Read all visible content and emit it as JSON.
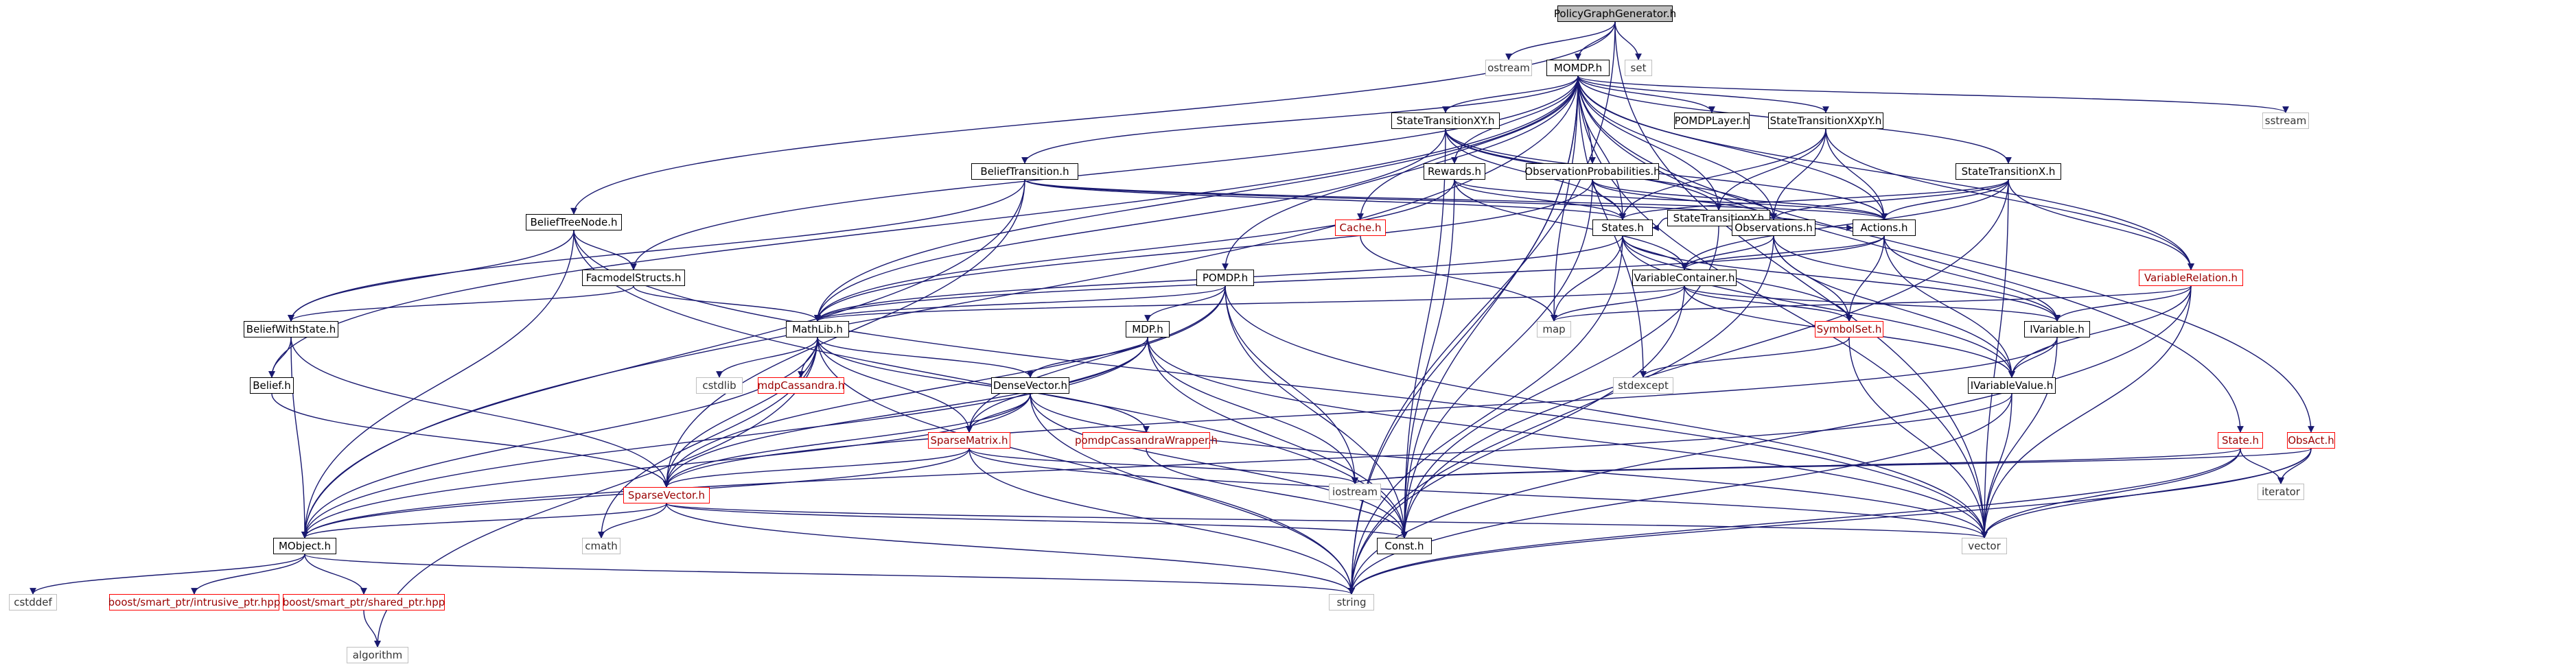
{
  "graph": {
    "colors": {
      "edge": "#191970",
      "red_border": "#ff0000",
      "gray_border": "#bfbfbf",
      "root_fill": "#bfbfbf"
    },
    "nodes": [
      {
        "id": "pgg",
        "label": "PolicyGraphGenerator.h",
        "kind": "root"
      },
      {
        "id": "ostream",
        "label": "ostream",
        "kind": "std"
      },
      {
        "id": "momdp",
        "label": "MOMDP.h",
        "kind": "doc"
      },
      {
        "id": "set",
        "label": "set",
        "kind": "std"
      },
      {
        "id": "stxy",
        "label": "StateTransitionXY.h",
        "kind": "doc"
      },
      {
        "id": "pomdplayer",
        "label": "POMDPLayer.h",
        "kind": "doc"
      },
      {
        "id": "stxxpy",
        "label": "StateTransitionXXpY.h",
        "kind": "doc"
      },
      {
        "id": "sstream",
        "label": "sstream",
        "kind": "std"
      },
      {
        "id": "belieftransition",
        "label": "BeliefTransition.h",
        "kind": "doc"
      },
      {
        "id": "rewards",
        "label": "Rewards.h",
        "kind": "doc"
      },
      {
        "id": "obsprob",
        "label": "ObservationProbabilities.h",
        "kind": "doc"
      },
      {
        "id": "stxx",
        "label": "StateTransitionX.h",
        "kind": "doc"
      },
      {
        "id": "sty",
        "label": "StateTransitionY.h",
        "kind": "doc"
      },
      {
        "id": "belieftreenode",
        "label": "BeliefTreeNode.h",
        "kind": "doc"
      },
      {
        "id": "cache",
        "label": "Cache.h",
        "kind": "red"
      },
      {
        "id": "states",
        "label": "States.h",
        "kind": "doc"
      },
      {
        "id": "observations",
        "label": "Observations.h",
        "kind": "doc"
      },
      {
        "id": "actions",
        "label": "Actions.h",
        "kind": "doc"
      },
      {
        "id": "facmodel",
        "label": "FacmodelStructs.h",
        "kind": "doc"
      },
      {
        "id": "pomdp",
        "label": "POMDP.h",
        "kind": "doc"
      },
      {
        "id": "varcontainer",
        "label": "VariableContainer.h",
        "kind": "doc"
      },
      {
        "id": "varrelation",
        "label": "VariableRelation.h",
        "kind": "red"
      },
      {
        "id": "beliefwithstate",
        "label": "BeliefWithState.h",
        "kind": "doc"
      },
      {
        "id": "mathlib",
        "label": "MathLib.h",
        "kind": "doc"
      },
      {
        "id": "mdp",
        "label": "MDP.h",
        "kind": "doc"
      },
      {
        "id": "map",
        "label": "map",
        "kind": "std"
      },
      {
        "id": "symbolset",
        "label": "SymbolSet.h",
        "kind": "red"
      },
      {
        "id": "ivariable",
        "label": "IVariable.h",
        "kind": "doc"
      },
      {
        "id": "belief",
        "label": "Belief.h",
        "kind": "doc"
      },
      {
        "id": "cstdlib",
        "label": "cstdlib",
        "kind": "std"
      },
      {
        "id": "mdpcassandra",
        "label": "mdpCassandra.h",
        "kind": "red"
      },
      {
        "id": "densevector",
        "label": "DenseVector.h",
        "kind": "doc"
      },
      {
        "id": "stdexcept",
        "label": "stdexcept",
        "kind": "std"
      },
      {
        "id": "ivariablevalue",
        "label": "IVariableValue.h",
        "kind": "doc"
      },
      {
        "id": "sparsematrix",
        "label": "SparseMatrix.h",
        "kind": "red"
      },
      {
        "id": "pomdpcassandra",
        "label": "pomdpCassandraWrapper.h",
        "kind": "red"
      },
      {
        "id": "stateh",
        "label": "State.h",
        "kind": "red"
      },
      {
        "id": "obsact",
        "label": "ObsAct.h",
        "kind": "red"
      },
      {
        "id": "iostream",
        "label": "iostream",
        "kind": "std"
      },
      {
        "id": "iterator",
        "label": "iterator",
        "kind": "std"
      },
      {
        "id": "sparsevector",
        "label": "SparseVector.h",
        "kind": "red"
      },
      {
        "id": "mobject",
        "label": "MObject.h",
        "kind": "doc"
      },
      {
        "id": "cmath",
        "label": "cmath",
        "kind": "std"
      },
      {
        "id": "const",
        "label": "Const.h",
        "kind": "doc"
      },
      {
        "id": "vector",
        "label": "vector",
        "kind": "std"
      },
      {
        "id": "cstddef",
        "label": "cstddef",
        "kind": "std"
      },
      {
        "id": "intrusive",
        "label": "boost/smart_ptr/intrusive_ptr.hpp",
        "kind": "red"
      },
      {
        "id": "shared",
        "label": "boost/smart_ptr/shared_ptr.hpp",
        "kind": "red"
      },
      {
        "id": "string",
        "label": "string",
        "kind": "std"
      },
      {
        "id": "algorithm",
        "label": "algorithm",
        "kind": "std"
      }
    ],
    "edges": [
      [
        "pgg",
        "ostream"
      ],
      [
        "pgg",
        "momdp"
      ],
      [
        "pgg",
        "set"
      ],
      [
        "pgg",
        "belieftreenode"
      ],
      [
        "pgg",
        "vector"
      ],
      [
        "pgg",
        "string"
      ],
      [
        "momdp",
        "stxy"
      ],
      [
        "momdp",
        "pomdplayer"
      ],
      [
        "momdp",
        "stxxpy"
      ],
      [
        "momdp",
        "sstream"
      ],
      [
        "momdp",
        "belieftransition"
      ],
      [
        "momdp",
        "rewards"
      ],
      [
        "momdp",
        "obsprob"
      ],
      [
        "momdp",
        "stxx"
      ],
      [
        "momdp",
        "sty"
      ],
      [
        "momdp",
        "cache"
      ],
      [
        "momdp",
        "states"
      ],
      [
        "momdp",
        "observations"
      ],
      [
        "momdp",
        "actions"
      ],
      [
        "momdp",
        "facmodel"
      ],
      [
        "momdp",
        "pomdp"
      ],
      [
        "momdp",
        "mathlib"
      ],
      [
        "momdp",
        "belief"
      ],
      [
        "momdp",
        "mobject"
      ],
      [
        "momdp",
        "map"
      ],
      [
        "momdp",
        "stdexcept"
      ],
      [
        "momdp",
        "stateh"
      ],
      [
        "momdp",
        "obsact"
      ],
      [
        "momdp",
        "vector"
      ],
      [
        "momdp",
        "string"
      ],
      [
        "momdp",
        "const"
      ],
      [
        "momdp",
        "varrelation"
      ],
      [
        "stxy",
        "sty"
      ],
      [
        "stxy",
        "states"
      ],
      [
        "stxy",
        "observations"
      ],
      [
        "stxy",
        "actions"
      ],
      [
        "stxy",
        "mathlib"
      ],
      [
        "stxy",
        "const"
      ],
      [
        "stxxpy",
        "sty"
      ],
      [
        "stxxpy",
        "states"
      ],
      [
        "stxxpy",
        "actions"
      ],
      [
        "stxxpy",
        "varrelation"
      ],
      [
        "stxxpy",
        "observations"
      ],
      [
        "belieftransition",
        "beliefwithstate"
      ],
      [
        "belieftransition",
        "states"
      ],
      [
        "belieftransition",
        "observations"
      ],
      [
        "belieftransition",
        "actions"
      ],
      [
        "belieftransition",
        "mobject"
      ],
      [
        "belieftransition",
        "sparsevector"
      ],
      [
        "rewards",
        "states"
      ],
      [
        "rewards",
        "actions"
      ],
      [
        "rewards",
        "mathlib"
      ],
      [
        "rewards",
        "const"
      ],
      [
        "rewards",
        "varcontainer"
      ],
      [
        "obsprob",
        "states"
      ],
      [
        "obsprob",
        "observations"
      ],
      [
        "obsprob",
        "actions"
      ],
      [
        "obsprob",
        "mathlib"
      ],
      [
        "obsprob",
        "const"
      ],
      [
        "stxx",
        "states"
      ],
      [
        "stxx",
        "observations"
      ],
      [
        "stxx",
        "actions"
      ],
      [
        "stxx",
        "varrelation"
      ],
      [
        "stxx",
        "varcontainer"
      ],
      [
        "stxx",
        "vector"
      ],
      [
        "stxx",
        "const"
      ],
      [
        "sty",
        "states"
      ],
      [
        "sty",
        "observations"
      ],
      [
        "sty",
        "actions"
      ],
      [
        "sty",
        "const"
      ],
      [
        "belieftreenode",
        "facmodel"
      ],
      [
        "belieftreenode",
        "beliefwithstate"
      ],
      [
        "belieftreenode",
        "mobject"
      ],
      [
        "belieftreenode",
        "const"
      ],
      [
        "belieftreenode",
        "vector"
      ],
      [
        "cache",
        "map"
      ],
      [
        "states",
        "varcontainer"
      ],
      [
        "states",
        "mathlib"
      ],
      [
        "states",
        "symbolset"
      ],
      [
        "states",
        "ivariable"
      ],
      [
        "states",
        "ivariablevalue"
      ],
      [
        "states",
        "map"
      ],
      [
        "states",
        "string"
      ],
      [
        "observations",
        "varcontainer"
      ],
      [
        "observations",
        "symbolset"
      ],
      [
        "observations",
        "ivariable"
      ],
      [
        "observations",
        "ivariablevalue"
      ],
      [
        "observations",
        "string"
      ],
      [
        "actions",
        "symbolset"
      ],
      [
        "actions",
        "ivariable"
      ],
      [
        "actions",
        "ivariablevalue"
      ],
      [
        "actions",
        "varcontainer"
      ],
      [
        "actions",
        "mathlib"
      ],
      [
        "facmodel",
        "beliefwithstate"
      ],
      [
        "facmodel",
        "mathlib"
      ],
      [
        "pomdp",
        "mdp"
      ],
      [
        "pomdp",
        "mathlib"
      ],
      [
        "pomdp",
        "sparsematrix"
      ],
      [
        "pomdp",
        "sparsevector"
      ],
      [
        "pomdp",
        "const"
      ],
      [
        "pomdp",
        "iostream"
      ],
      [
        "pomdp",
        "vector"
      ],
      [
        "varcontainer",
        "symbolset"
      ],
      [
        "varcontainer",
        "ivariable"
      ],
      [
        "varcontainer",
        "ivariablevalue"
      ],
      [
        "varcontainer",
        "map"
      ],
      [
        "varcontainer",
        "string"
      ],
      [
        "varcontainer",
        "mathlib"
      ],
      [
        "varrelation",
        "ivariable"
      ],
      [
        "varrelation",
        "ivariablevalue"
      ],
      [
        "varrelation",
        "map"
      ],
      [
        "varrelation",
        "vector"
      ],
      [
        "varrelation",
        "string"
      ],
      [
        "beliefwithstate",
        "belief"
      ],
      [
        "beliefwithstate",
        "sparsevector"
      ],
      [
        "beliefwithstate",
        "mobject"
      ],
      [
        "mathlib",
        "cstdlib"
      ],
      [
        "mathlib",
        "mdpcassandra"
      ],
      [
        "mathlib",
        "densevector"
      ],
      [
        "mathlib",
        "sparsevector"
      ],
      [
        "mathlib",
        "sparsematrix"
      ],
      [
        "mathlib",
        "pomdpcassandra"
      ],
      [
        "mathlib",
        "mobject"
      ],
      [
        "mathlib",
        "cmath"
      ],
      [
        "mathlib",
        "algorithm"
      ],
      [
        "mathlib",
        "string"
      ],
      [
        "mdp",
        "densevector"
      ],
      [
        "mdp",
        "sparsematrix"
      ],
      [
        "mdp",
        "sparsevector"
      ],
      [
        "mdp",
        "const"
      ],
      [
        "mdp",
        "iostream"
      ],
      [
        "mdp",
        "vector"
      ],
      [
        "mdp",
        "mobject"
      ],
      [
        "symbolset",
        "stdexcept"
      ],
      [
        "symbolset",
        "vector"
      ],
      [
        "ivariable",
        "ivariablevalue"
      ],
      [
        "ivariable",
        "vector"
      ],
      [
        "ivariable",
        "sparsevector"
      ],
      [
        "belief",
        "sparsevector"
      ],
      [
        "densevector",
        "sparsematrix"
      ],
      [
        "densevector",
        "sparsevector"
      ],
      [
        "densevector",
        "mobject"
      ],
      [
        "densevector",
        "const"
      ],
      [
        "densevector",
        "vector"
      ],
      [
        "densevector",
        "string"
      ],
      [
        "ivariablevalue",
        "vector"
      ],
      [
        "ivariablevalue",
        "string"
      ],
      [
        "ivariablevalue",
        "mobject"
      ],
      [
        "sparsematrix",
        "sparsevector"
      ],
      [
        "sparsematrix",
        "iostream"
      ],
      [
        "sparsematrix",
        "mobject"
      ],
      [
        "sparsematrix",
        "vector"
      ],
      [
        "sparsematrix",
        "string"
      ],
      [
        "pomdpcassandra",
        "const"
      ],
      [
        "stateh",
        "iostream"
      ],
      [
        "stateh",
        "iterator"
      ],
      [
        "stateh",
        "vector"
      ],
      [
        "stateh",
        "string"
      ],
      [
        "obsact",
        "iostream"
      ],
      [
        "obsact",
        "iterator"
      ],
      [
        "obsact",
        "vector"
      ],
      [
        "obsact",
        "string"
      ],
      [
        "sparsevector",
        "mobject"
      ],
      [
        "sparsevector",
        "cmath"
      ],
      [
        "sparsevector",
        "const"
      ],
      [
        "sparsevector",
        "vector"
      ],
      [
        "sparsevector",
        "string"
      ],
      [
        "mobject",
        "cstddef"
      ],
      [
        "mobject",
        "intrusive"
      ],
      [
        "mobject",
        "shared"
      ],
      [
        "mobject",
        "string"
      ],
      [
        "shared",
        "algorithm"
      ]
    ]
  }
}
